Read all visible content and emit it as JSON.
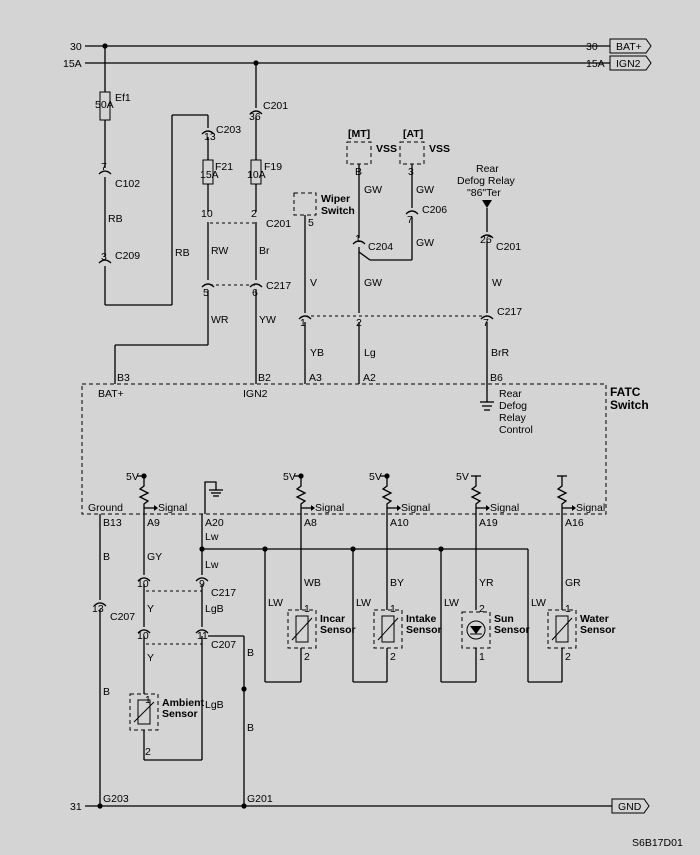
{
  "rails": {
    "bat_left": "30",
    "bat_right": "30",
    "bat_label": "BAT+",
    "ign_left": "15A",
    "ign_right": "15A",
    "ign_label": "IGN2",
    "gnd_left": "31",
    "gnd_label": "GND"
  },
  "fuses": {
    "ef1": "Ef1",
    "ef1_rating": "50A",
    "f21": "F21",
    "f21_rating": "15A",
    "f19": "F19",
    "f19_rating": "10A"
  },
  "connectors": {
    "c201": "C201",
    "c203": "C203",
    "c102": "C102",
    "c209": "C209",
    "c217": "C217",
    "c204": "C204",
    "c206": "C206",
    "c207": "C207"
  },
  "pins": {
    "p36": "36",
    "p13": "13",
    "p7": "7",
    "p3": "3",
    "p10": "10",
    "p2": "2",
    "p5": "5",
    "p6": "6",
    "p1": "1",
    "p2b": "2",
    "p7b": "7",
    "p26": "26",
    "p5w": "5",
    "p1a": "1",
    "p7c": "7",
    "p3b": "3",
    "p10b": "10",
    "p9": "9",
    "p13b": "13",
    "p10c": "10",
    "p11": "11",
    "p1s": "1",
    "p2s": "2"
  },
  "wires": {
    "rb1": "RB",
    "rb2": "RB",
    "rw": "RW",
    "br": "Br",
    "wr": "WR",
    "yw": "YW",
    "v": "V",
    "gw1": "GW",
    "gw2": "GW",
    "gw3": "GW",
    "gw4": "GW",
    "yb": "YB",
    "lg": "Lg",
    "w": "W",
    "brr": "BrR",
    "b1": "B",
    "gy": "GY",
    "lw1": "Lw",
    "lw2": "Lw",
    "y1": "Y",
    "y2": "Y",
    "lgb1": "LgB",
    "lgb2": "LgB",
    "b2": "B",
    "b3": "B",
    "b4": "B",
    "wb": "WB",
    "by": "BY",
    "yr": "YR",
    "gr": "GR",
    "lw3": "LW",
    "lw4": "LW",
    "lw5": "LW",
    "lw6": "LW"
  },
  "components": {
    "mt": "[MT]",
    "at": "[AT]",
    "vss1": "VSS",
    "vss2": "VSS",
    "wiper1": "Wiper",
    "wiper2": "Switch",
    "rear1": "Rear",
    "rear2": "Defog Relay",
    "rear3": "\"86\"Ter",
    "incar1": "Incar",
    "incar2": "Sensor",
    "intake1": "Intake",
    "intake2": "Sensor",
    "sun1": "Sun",
    "sun2": "Sensor",
    "water1": "Water",
    "water2": "Sensor",
    "amb1": "Ambient",
    "amb2": "Sensor"
  },
  "fatc": {
    "title1": "FATC",
    "title2": "Switch",
    "b3": "B3",
    "b2": "B2",
    "a3": "A3",
    "a2": "A2",
    "b6": "B6",
    "batp": "BAT+",
    "ign2": "IGN2",
    "relay1": "Rear",
    "relay2": "Defog",
    "relay3": "Relay",
    "relay4": "Control",
    "v5a": "5V",
    "v5b": "5V",
    "v5c": "5V",
    "v5d": "5V",
    "sig1": "Signal",
    "sig2": "Signal",
    "sig3": "Signal",
    "sig4": "Signal",
    "sig5": "Signal",
    "ground": "Ground",
    "b13": "B13",
    "a9": "A9",
    "a20": "A20",
    "a8": "A8",
    "a10": "A10",
    "a19": "A19",
    "a16": "A16"
  },
  "grounds": {
    "g203": "G203",
    "g201": "G201"
  },
  "code": "S6B17D01"
}
